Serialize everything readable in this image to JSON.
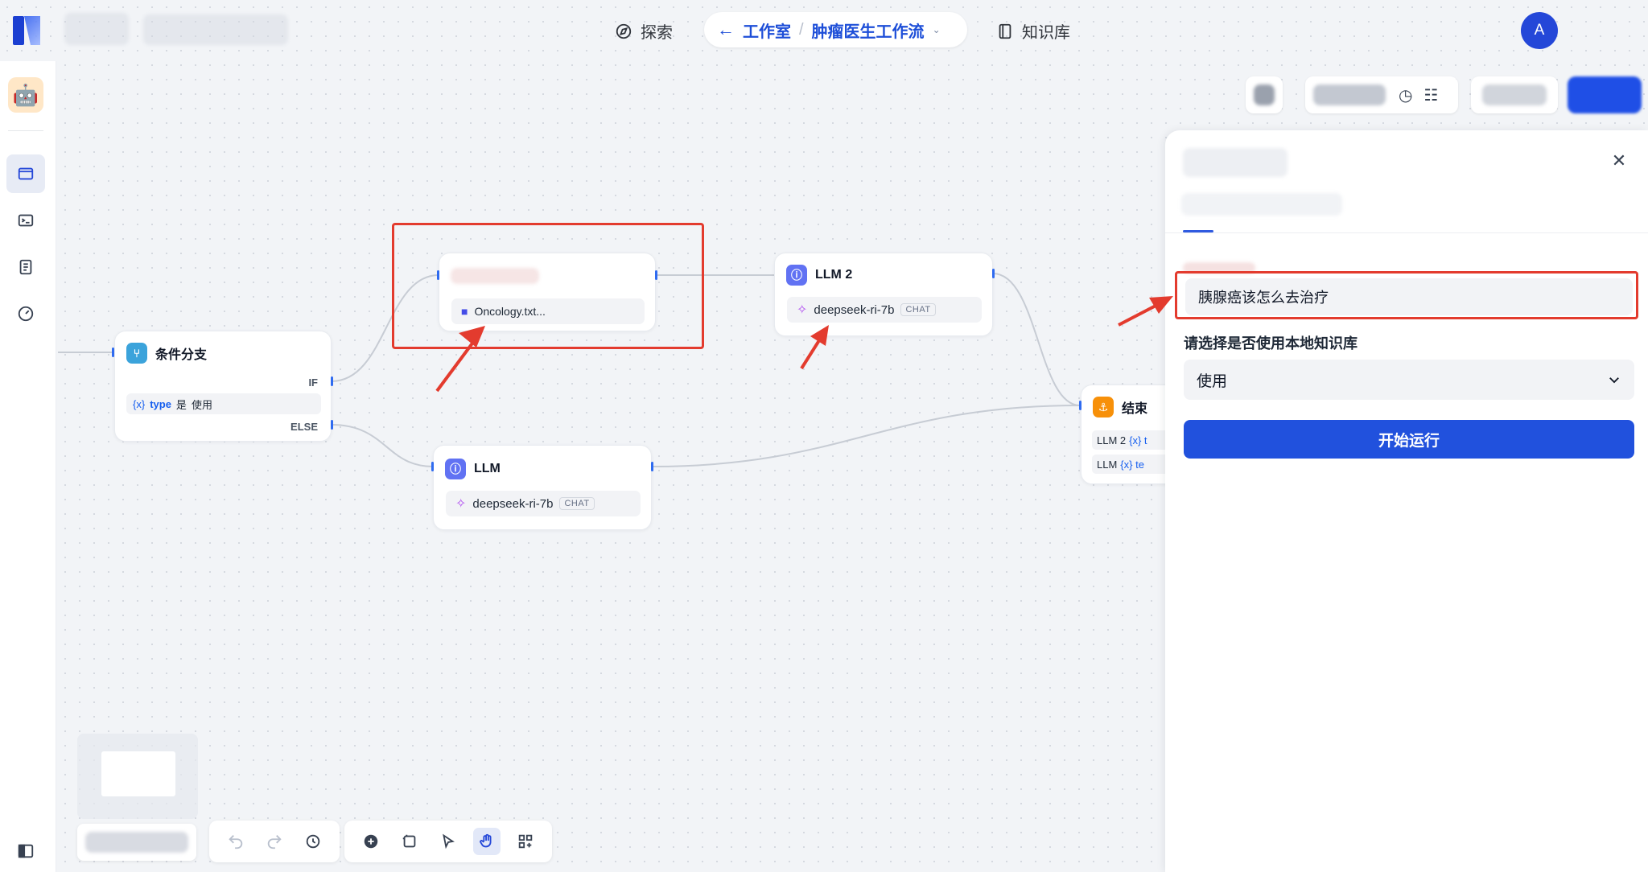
{
  "header": {
    "nav_explore": "探索",
    "crumb_studio": "工作室",
    "crumb_sep": "/",
    "crumb_workflow": "肿瘤医生工作流",
    "nav_knowledge": "知识库",
    "avatar_letter": "A"
  },
  "nodes": {
    "ifelse": {
      "title": "条件分支",
      "if_label": "IF",
      "else_label": "ELSE",
      "cond_var_icon": "{x}",
      "cond_var": "type",
      "cond_op": "是",
      "cond_value": "使用"
    },
    "knowledge": {
      "file": "Oncology.txt..."
    },
    "llm2": {
      "title": "LLM 2",
      "model": "deepseek-ri-7b",
      "tag": "CHAT"
    },
    "llm": {
      "title": "LLM",
      "model": "deepseek-ri-7b",
      "tag": "CHAT"
    },
    "end": {
      "title": "结束",
      "row1_src": "LLM 2",
      "row1_var": "{x} t",
      "row2_src": "LLM",
      "row2_var": "{x} te"
    }
  },
  "panel": {
    "query_value": "胰腺癌该怎么去治疗",
    "kb_label": "请选择是否使用本地知识库",
    "kb_selected": "使用",
    "run_label": "开始运行"
  },
  "colors": {
    "accent": "#2151dd",
    "highlight": "#e33b2e",
    "branch_icon": "#3ba3db",
    "llm_icon": "#6172f3",
    "end_icon": "#f79009"
  }
}
